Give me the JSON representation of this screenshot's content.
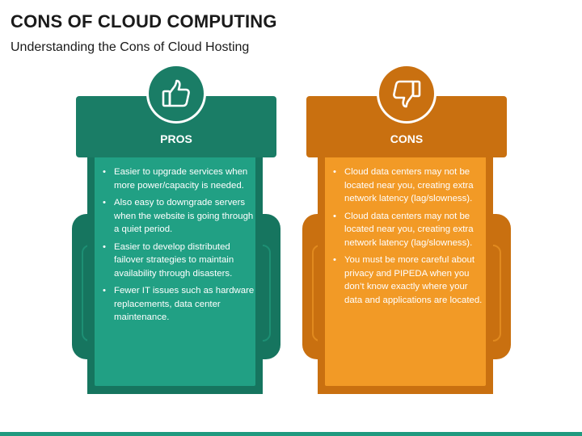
{
  "header": {
    "title": "CONS OF CLOUD COMPUTING",
    "subtitle": "Understanding the Cons of Cloud Hosting"
  },
  "pros": {
    "label": "PROS",
    "icon": "thumbs-up-icon",
    "color": "#1a7d66",
    "items": [
      "Easier to upgrade services when more power/capacity is needed.",
      "Also easy to downgrade servers when the website is going through a quiet period.",
      "Easier to develop distributed failover strategies to maintain availability through disasters.",
      "Fewer IT issues such as hardware replacements, data center maintenance."
    ]
  },
  "cons": {
    "label": "CONS",
    "icon": "thumbs-down-icon",
    "color": "#c97010",
    "items": [
      "Cloud data centers may not be located near you, creating extra network latency (lag/slowness).",
      "Cloud data centers may not be located near you, creating extra network latency (lag/slowness).",
      "You must be more careful about privacy and PIPEDA when you don’t know exactly where your data and applications are located."
    ]
  }
}
